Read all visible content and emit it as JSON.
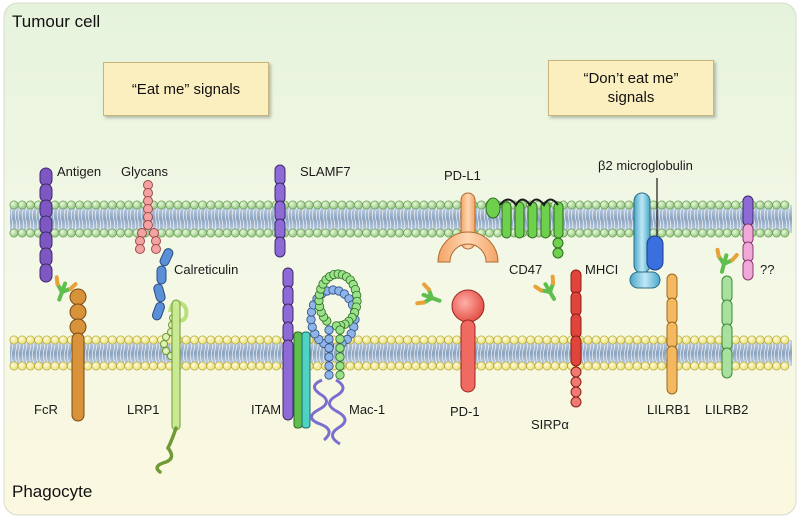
{
  "regions": {
    "top": "Tumour cell",
    "bottom": "Phagocyte"
  },
  "headings": {
    "eat_me": "“Eat me” signals",
    "dont_eat_me_line1": "“Don’t eat me”",
    "dont_eat_me_line2": "signals"
  },
  "labels": {
    "antigen": "Antigen",
    "glycans": "Glycans",
    "calreticulin": "Calreticulin",
    "slamf7": "SLAMF7",
    "pd_l1": "PD-L1",
    "b2m": "β2 microglobulin",
    "cd47": "CD47",
    "mhci": "MHCI",
    "unknown": "??",
    "fcr": "FcR",
    "lrp1": "LRP1",
    "itam": "ITAM",
    "mac1": "Mac-1",
    "pd_1": "PD-1",
    "sirpa": "SIRPα",
    "lilrb1": "LILRB1",
    "lilrb2": "LILRB2"
  },
  "colors": {
    "tumour_bg": "#eaf4e3",
    "phagocyte_bg": "#fbf8e3",
    "tumour_membrane_heads": "#9fd08a",
    "phagocyte_membrane_heads": "#f3ec8a",
    "membrane_core": "#6f8fb0",
    "purple": "#7e57c2",
    "orange": "#d8923a",
    "pink": "#e88a8a",
    "blue": "#5b8fd8",
    "lime": "#b9e07a",
    "green": "#5fbf4e",
    "red": "#e0443a",
    "peach": "#f6b37a",
    "cyan": "#5fb7d6"
  },
  "icons": [
    "antibody-icon"
  ]
}
